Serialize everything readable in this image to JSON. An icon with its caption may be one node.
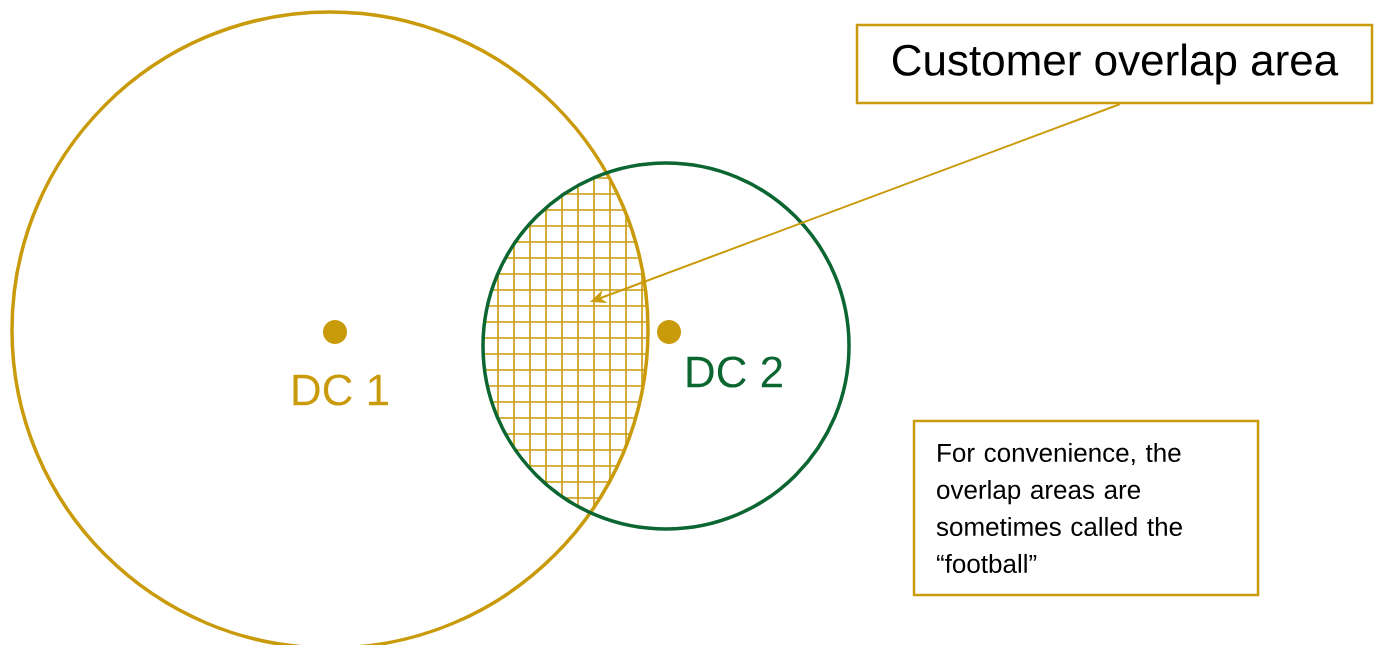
{
  "diagram": {
    "nodes": [
      {
        "text": [
          "Customer overlap area"
        ]
      },
      {
        "text": [],
        "shape": "lens"
      },
      {
        "text": [
          "DC 1"
        ]
      },
      {
        "text": [
          "DC 2"
        ]
      },
      {
        "text": [
          "For convenience, the overlap areas are sometimes called the “football”"
        ]
      }
    ],
    "edges": [
      {
        "from": 0,
        "to": 1,
        "arrow": "to"
      }
    ]
  }
}
